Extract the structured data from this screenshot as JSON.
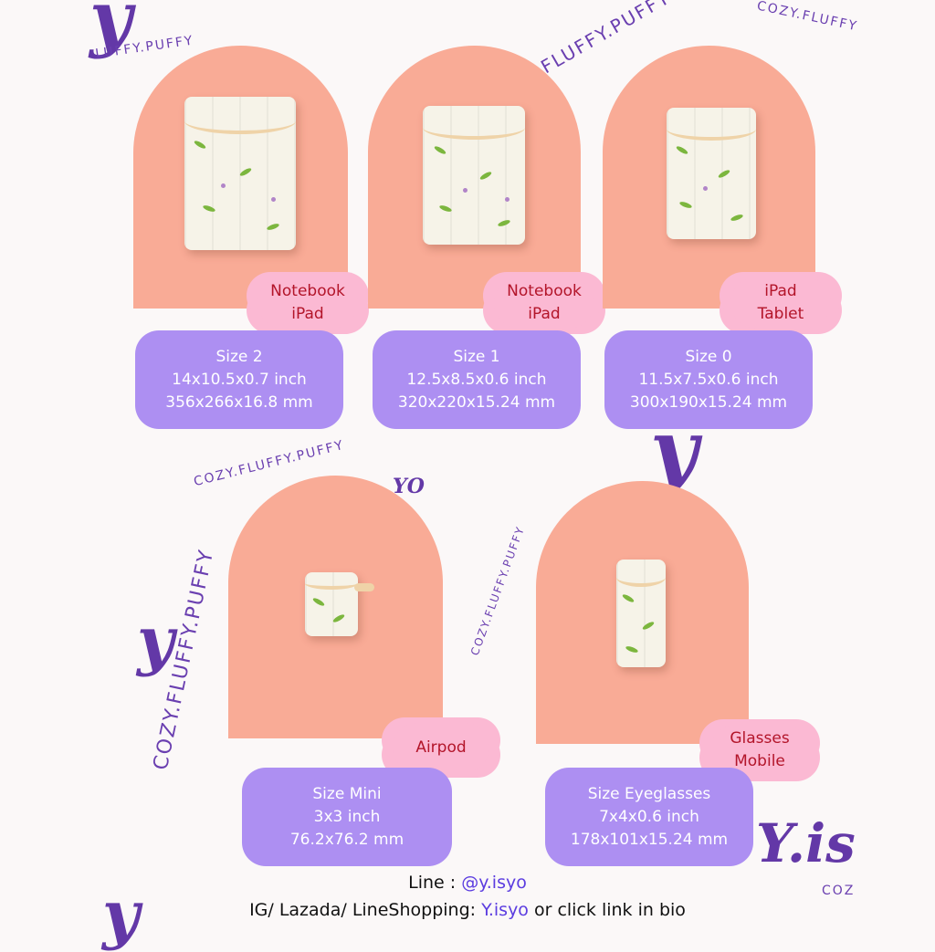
{
  "brand": {
    "logo_text": "y",
    "big_logo": "Y.is",
    "ring_text": "COZY.FLUFFY.PUFFY",
    "corner_left": "LUFFY.PUFFY",
    "corner_right": "COZY.FLUFFY",
    "partial": "YO",
    "partial2": "COZ"
  },
  "products": [
    {
      "category_line1": "Notebook",
      "category_line2": "iPad",
      "size_name": "Size 2",
      "inch": "14x10.5x0.7 inch",
      "mm": "356x266x16.8 mm"
    },
    {
      "category_line1": "Notebook",
      "category_line2": "iPad",
      "size_name": "Size 1",
      "inch": "12.5x8.5x0.6 inch",
      "mm": "320x220x15.24 mm"
    },
    {
      "category_line1": "iPad",
      "category_line2": "Tablet",
      "size_name": "Size 0",
      "inch": "11.5x7.5x0.6 inch",
      "mm": "300x190x15.24 mm"
    },
    {
      "category_line1": "Airpod",
      "category_line2": "",
      "size_name": "Size Mini",
      "inch": "3x3 inch",
      "mm": "76.2x76.2 mm"
    },
    {
      "category_line1": "Glasses",
      "category_line2": "Mobile",
      "size_name": "Size Eyeglasses",
      "inch": "7x4x0.6 inch",
      "mm": "178x101x15.24 mm"
    }
  ],
  "footer": {
    "line_label": "Line : ",
    "line_handle": "@y.isyo",
    "shop_label": "IG/ Lazada/ LineShopping:  ",
    "shop_handle": "Y.isyo",
    "shop_suffix": " or click link in bio"
  },
  "colors": {
    "card": "#f9ab96",
    "pill": "#ad8ff2",
    "cloud": "#fbb9d3",
    "cloud_text": "#b3152a",
    "brand_purple": "#5b2ea3"
  }
}
